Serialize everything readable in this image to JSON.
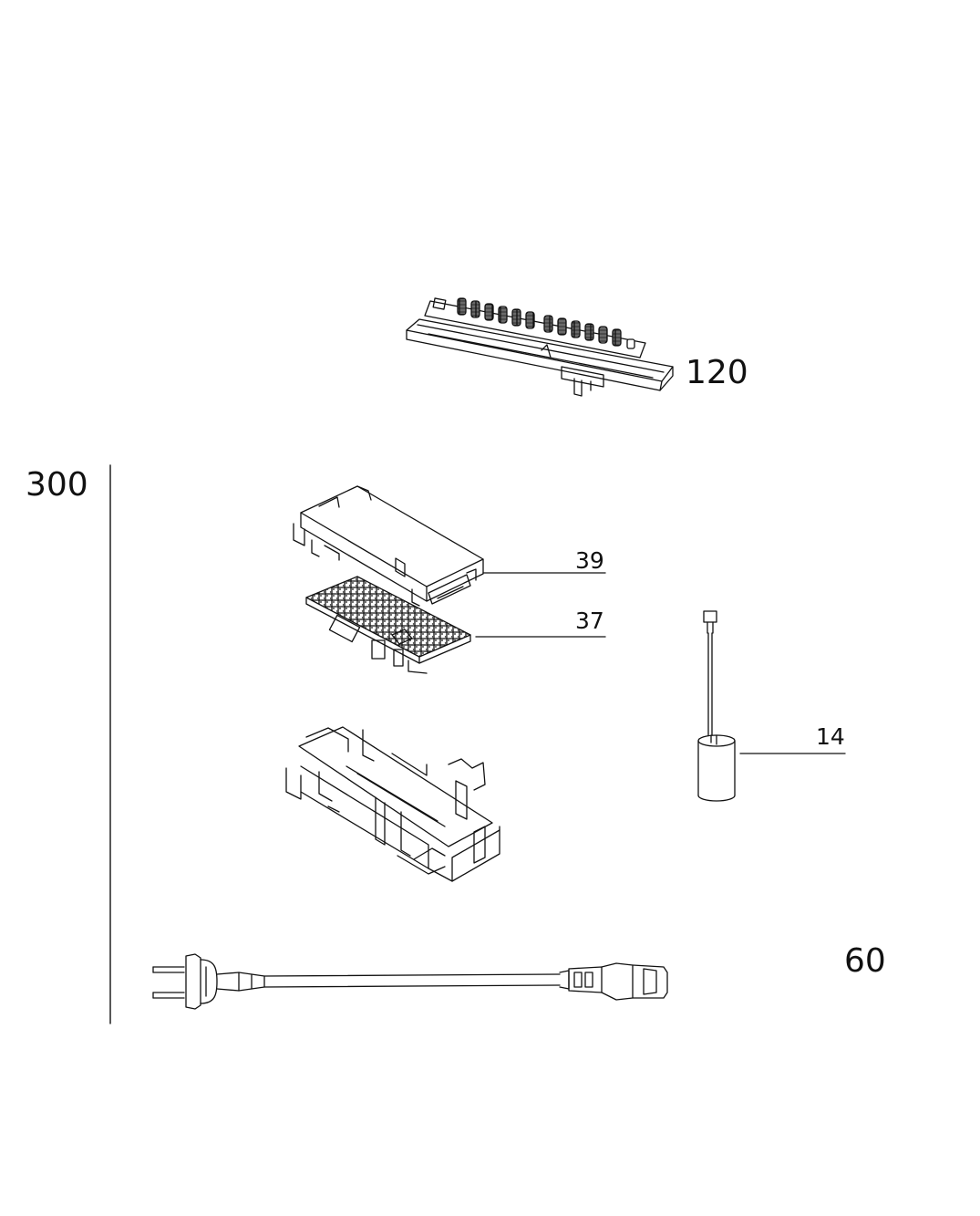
{
  "diagram": {
    "callouts": {
      "c120": "120",
      "c300": "300",
      "c39": "39",
      "c37": "37",
      "c14": "14",
      "c60": "60"
    },
    "colors": {
      "ink": "#111111",
      "paper": "#ffffff"
    }
  }
}
